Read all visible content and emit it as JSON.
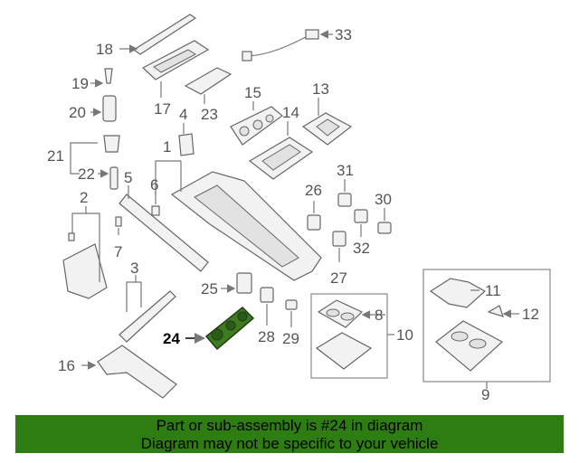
{
  "diagram": {
    "highlighted_part": "24",
    "callouts": [
      "1",
      "2",
      "3",
      "4",
      "5",
      "6",
      "7",
      "8",
      "9",
      "10",
      "11",
      "12",
      "13",
      "14",
      "15",
      "16",
      "17",
      "18",
      "19",
      "20",
      "21",
      "22",
      "23",
      "24",
      "25",
      "26",
      "27",
      "28",
      "29",
      "30",
      "31",
      "32",
      "33"
    ]
  },
  "banner": {
    "line1": "Part or sub-assembly is #24 in diagram",
    "line2": "Diagram may not be specific to your vehicle",
    "background": "#2e7d12"
  }
}
